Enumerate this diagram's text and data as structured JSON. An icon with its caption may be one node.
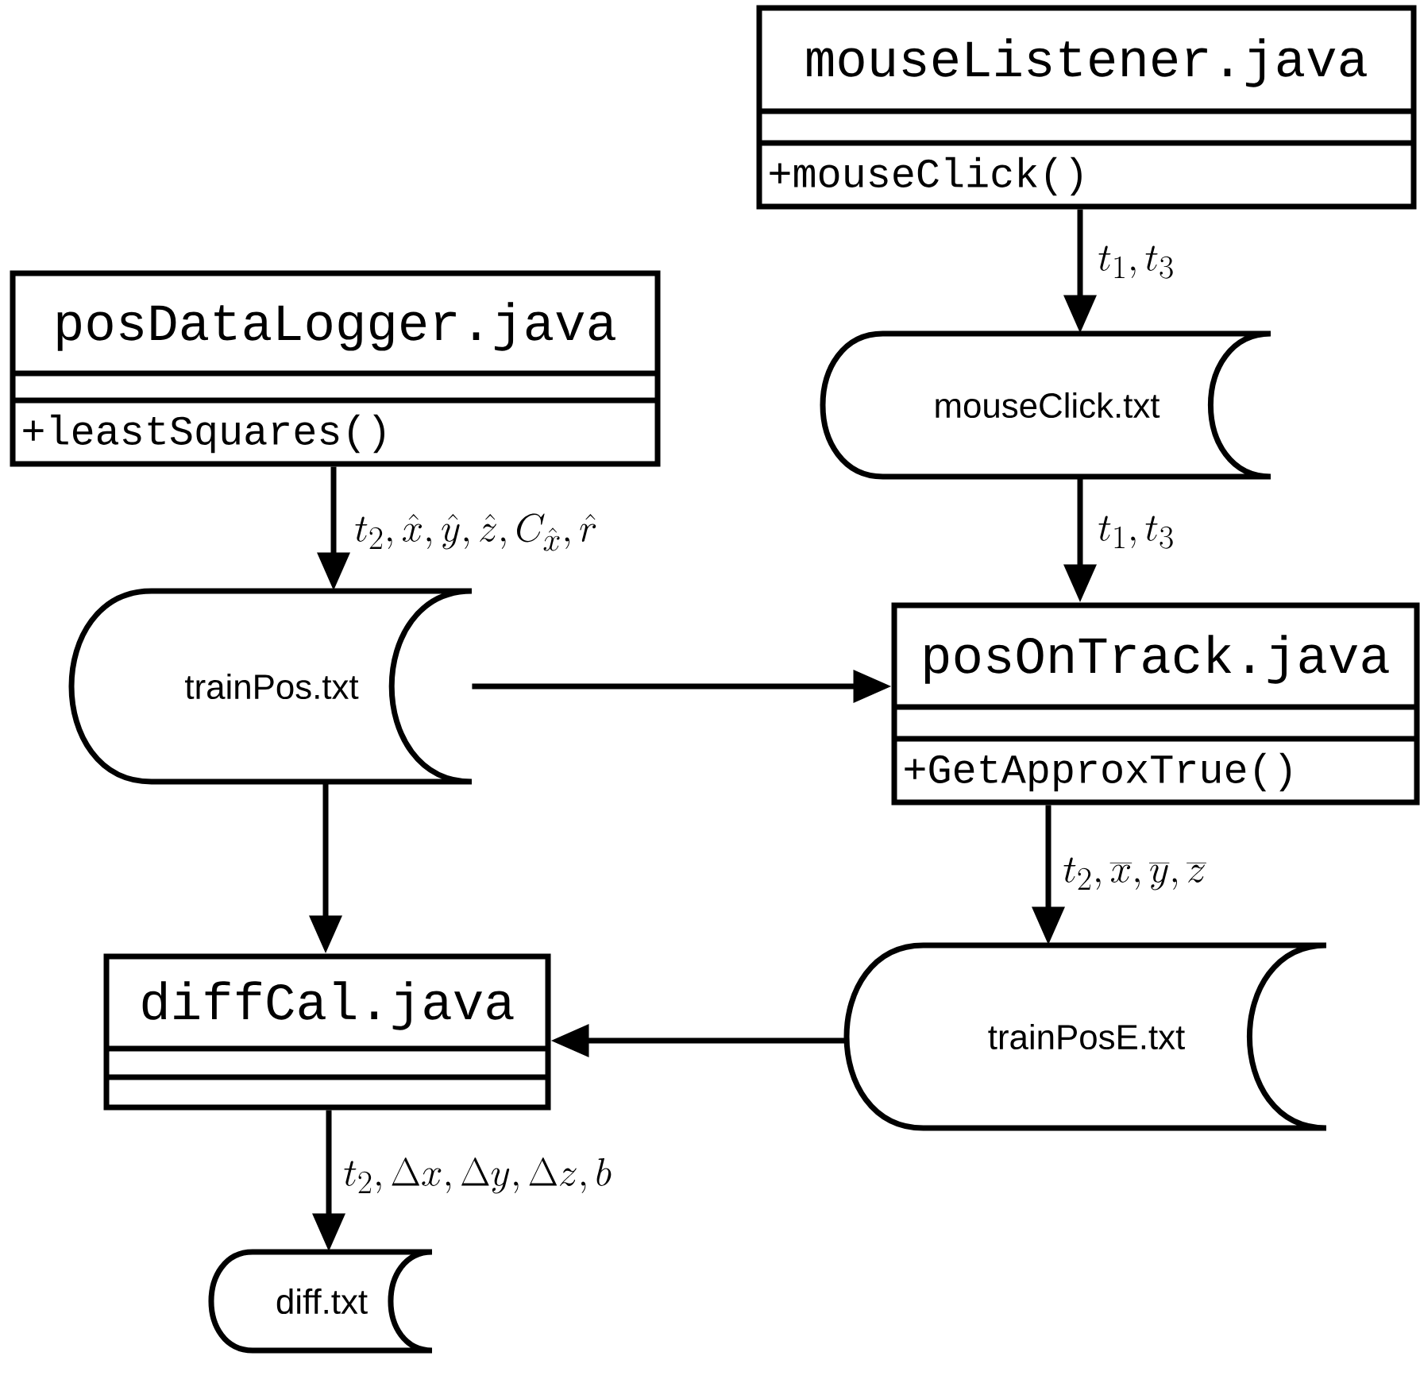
{
  "diagram": {
    "nodes": [
      {
        "text": [
          "mouseListener.java",
          "+mouseClick()"
        ]
      },
      {
        "text": [
          "posDataLogger.java",
          "+leastSquares()"
        ]
      },
      {
        "text": [
          "mouseClick.txt"
        ]
      },
      {
        "text": [
          "trainPos.txt"
        ]
      },
      {
        "text": [
          "posOnTrack.java",
          "+GetApproxTrue()"
        ]
      },
      {
        "text": [
          "trainPosE.txt"
        ]
      },
      {
        "text": [
          "diffCal.java"
        ]
      },
      {
        "text": [
          "diff.txt"
        ]
      }
    ],
    "edges": [
      {
        "from": 0,
        "to": 2,
        "arrow": "to",
        "label": "t_1,t_3"
      },
      {
        "from": 2,
        "to": 4,
        "arrow": "to",
        "label": "t_1,t_3"
      },
      {
        "from": 1,
        "to": 3,
        "arrow": "to",
        "label": "t_2,\\hat{x},\\hat{y},\\hat{z},C_{\\hat{x}},\\hat{r}"
      },
      {
        "from": 3,
        "to": 4,
        "arrow": "to"
      },
      {
        "from": 3,
        "to": 6,
        "arrow": "to"
      },
      {
        "from": 4,
        "to": 5,
        "arrow": "to",
        "label": "t_2,\\overline{x},\\overline{y},\\overline{z}"
      },
      {
        "from": 5,
        "to": 6,
        "arrow": "to"
      },
      {
        "from": 6,
        "to": 7,
        "arrow": "to",
        "label": "t_2,\\Delta x,\\Delta y,\\Delta z,b"
      }
    ]
  }
}
